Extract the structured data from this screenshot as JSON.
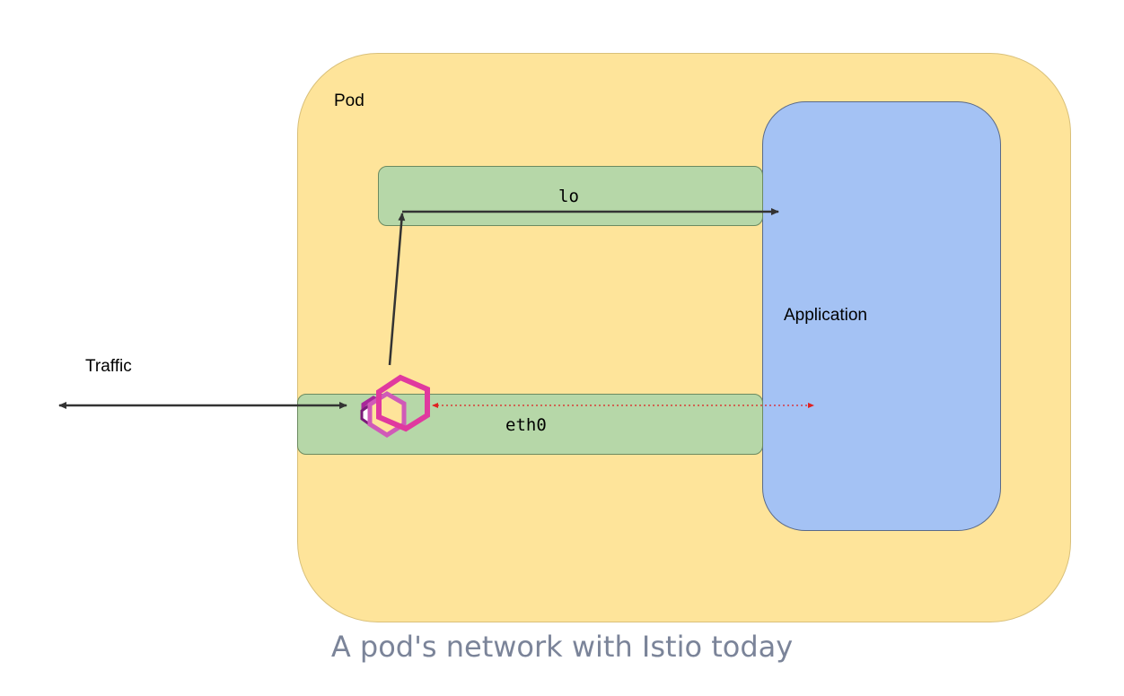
{
  "pod": {
    "label": "Pod",
    "fill": "#fee49a"
  },
  "application": {
    "label": "Application",
    "fill": "#a4c2f4"
  },
  "interfaces": {
    "lo": {
      "label": "lo"
    },
    "eth0": {
      "label": "eth0"
    },
    "fill": "#b6d7a8"
  },
  "traffic": {
    "label": "Traffic"
  },
  "proxy": {
    "icon": "envoy-proxy-icon",
    "color": "#e0399f"
  },
  "caption": "A pod's network with Istio today"
}
